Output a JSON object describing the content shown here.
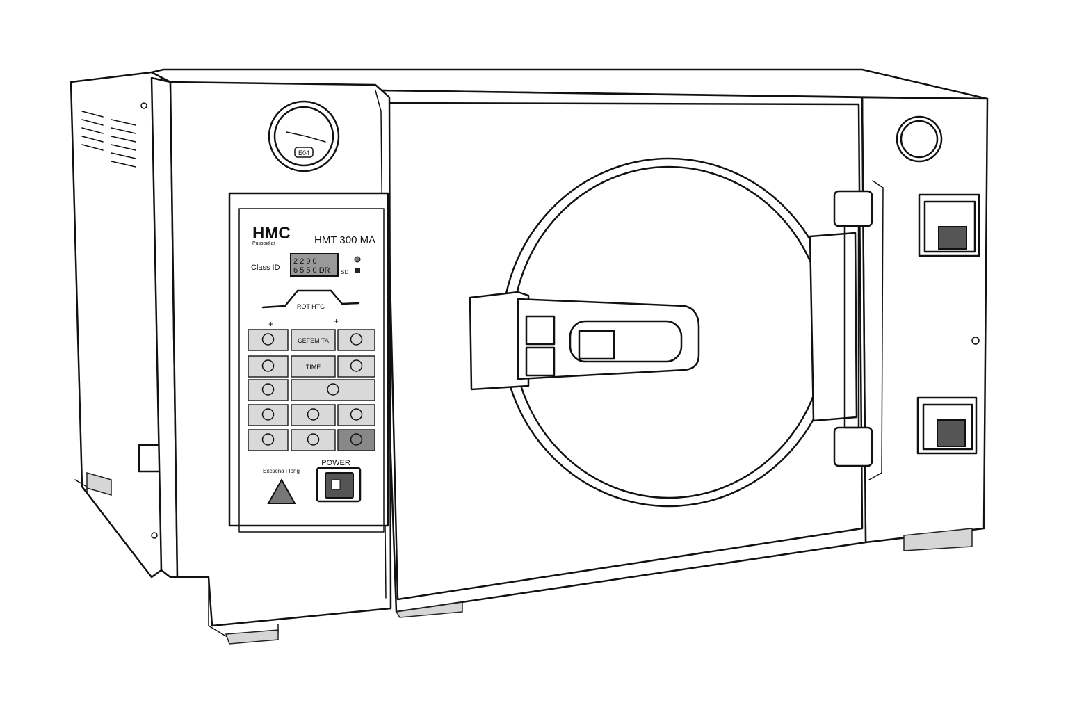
{
  "device": {
    "brand": "HMC",
    "brand_sub": "Pussoidlar",
    "model": "HMT 300 MA",
    "class_label": "Class ID",
    "display": {
      "line1": "2 2 9 0",
      "line2": "6 5 5 0 DR"
    },
    "display_side_label": "SD",
    "mode_label": "ROT HTG",
    "gauge_label": "E04",
    "keypad": [
      {
        "label": "",
        "icon": "steam-icon"
      },
      {
        "label": "CEFEM TA",
        "icon": ""
      },
      {
        "label": "",
        "icon": "fan-icon"
      },
      {
        "label": "",
        "icon": "flask-icon"
      },
      {
        "label": "TIME",
        "icon": ""
      },
      {
        "label": "",
        "icon": "half-circle-icon"
      },
      {
        "label": "",
        "icon": "leaf-icon"
      },
      {
        "label": "",
        "icon": "arrow-right-icon"
      },
      {
        "label": "",
        "icon": "crossed-circle-icon"
      },
      {
        "label": "",
        "icon": "plus-circle-icon"
      },
      {
        "label": "",
        "icon": "bell-icon"
      },
      {
        "label": "",
        "icon": "ball-icon"
      },
      {
        "label": "",
        "icon": "drain-icon"
      },
      {
        "label": "",
        "icon": "plus-circle-icon"
      },
      {
        "label": "",
        "icon": "stop-icon"
      }
    ],
    "warning_label": "Excsena Flong",
    "power_label": "POWER"
  }
}
